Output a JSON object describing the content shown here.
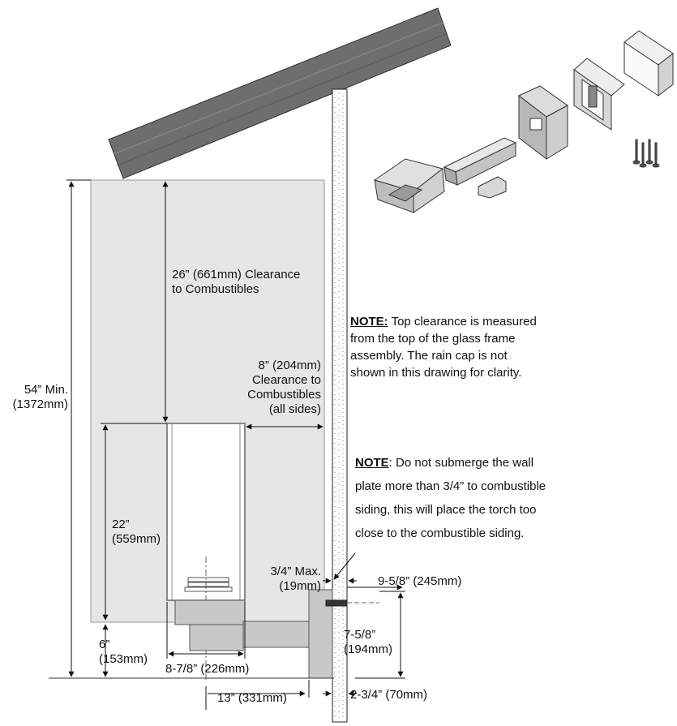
{
  "labels": {
    "clear_top_1": "26” (661mm) Clearance",
    "clear_top_2": "to Combustibles",
    "clear_side_1": "8” (204mm)",
    "clear_side_2": "Clearance to",
    "clear_side_3": "Combustibles",
    "clear_side_4": "(all sides)",
    "min_height_1": "54” Min.",
    "min_height_2": "(1372mm)",
    "glass_height_1": "22”",
    "glass_height_2": "(559mm)",
    "base_height_1": "6”",
    "base_height_2": "(153mm)",
    "base_width": "8-7/8” (226mm)",
    "offset_13": "13” (331mm)",
    "max_submerge_1": "3/4” Max.",
    "max_submerge_2": "(19mm)",
    "plate_depth": "9-5/8” (245mm)",
    "plate_height_1": "7-5/8”",
    "plate_height_2": "(194mm)",
    "plate_thick": "2-3/4” (70mm)"
  },
  "notes": {
    "note1_head": "NOTE:",
    "note1_l1": " Top clearance is measured",
    "note1_l2": "from the top of the glass frame",
    "note1_l3": "assembly.  The rain cap is not",
    "note1_l4": "shown in this drawing for clarity.",
    "note2_head": "NOTE",
    "note2_l1": ": Do not submerge the wall",
    "note2_l2": "plate more than 3/4” to combustible",
    "note2_l3": "siding, this will place the torch too",
    "note2_l4": "close to the combustible siding."
  },
  "colors": {
    "clearance_zone": "#e6e6e6",
    "roof_beam": "#6e6e6e",
    "mount_parts": "#c8c8c8",
    "line": "#111111"
  }
}
